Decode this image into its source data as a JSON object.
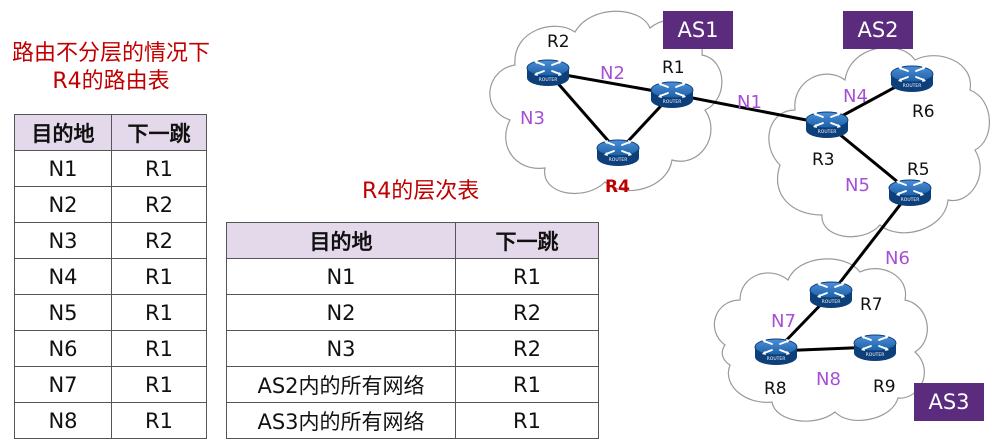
{
  "title_left": {
    "line1": "路由不分层的情况下",
    "line2": "R4的路由表"
  },
  "title_right": "R4的层次表",
  "flat_table": {
    "headers": [
      "目的地",
      "下一跳"
    ],
    "rows": [
      [
        "N1",
        "R1"
      ],
      [
        "N2",
        "R2"
      ],
      [
        "N3",
        "R2"
      ],
      [
        "N4",
        "R1"
      ],
      [
        "N5",
        "R1"
      ],
      [
        "N6",
        "R1"
      ],
      [
        "N7",
        "R1"
      ],
      [
        "N8",
        "R1"
      ]
    ]
  },
  "hier_table": {
    "headers": [
      "目的地",
      "下一跳"
    ],
    "rows": [
      [
        "N1",
        "R1"
      ],
      [
        "N2",
        "R2"
      ],
      [
        "N3",
        "R2"
      ],
      [
        "AS2内的所有网络",
        "R1"
      ],
      [
        "AS3内的所有网络",
        "R1"
      ]
    ]
  },
  "topology": {
    "as_labels": {
      "as1": "AS1",
      "as2": "AS2",
      "as3": "AS3"
    },
    "router_caption": "ROUTER",
    "routers": {
      "r1": "R1",
      "r2": "R2",
      "r3": "R3",
      "r4": "R4",
      "r5": "R5",
      "r6": "R6",
      "r7": "R7",
      "r8": "R8",
      "r9": "R9"
    },
    "networks": {
      "n1": "N1",
      "n2": "N2",
      "n3": "N3",
      "n4": "N4",
      "n5": "N5",
      "n6": "N6",
      "n7": "N7",
      "n8": "N8"
    },
    "colors": {
      "network_label": "#a64fd6",
      "as_box": "#5b2b7e",
      "router_fill": "#1b5fa8",
      "highlight": "#c00000"
    }
  }
}
